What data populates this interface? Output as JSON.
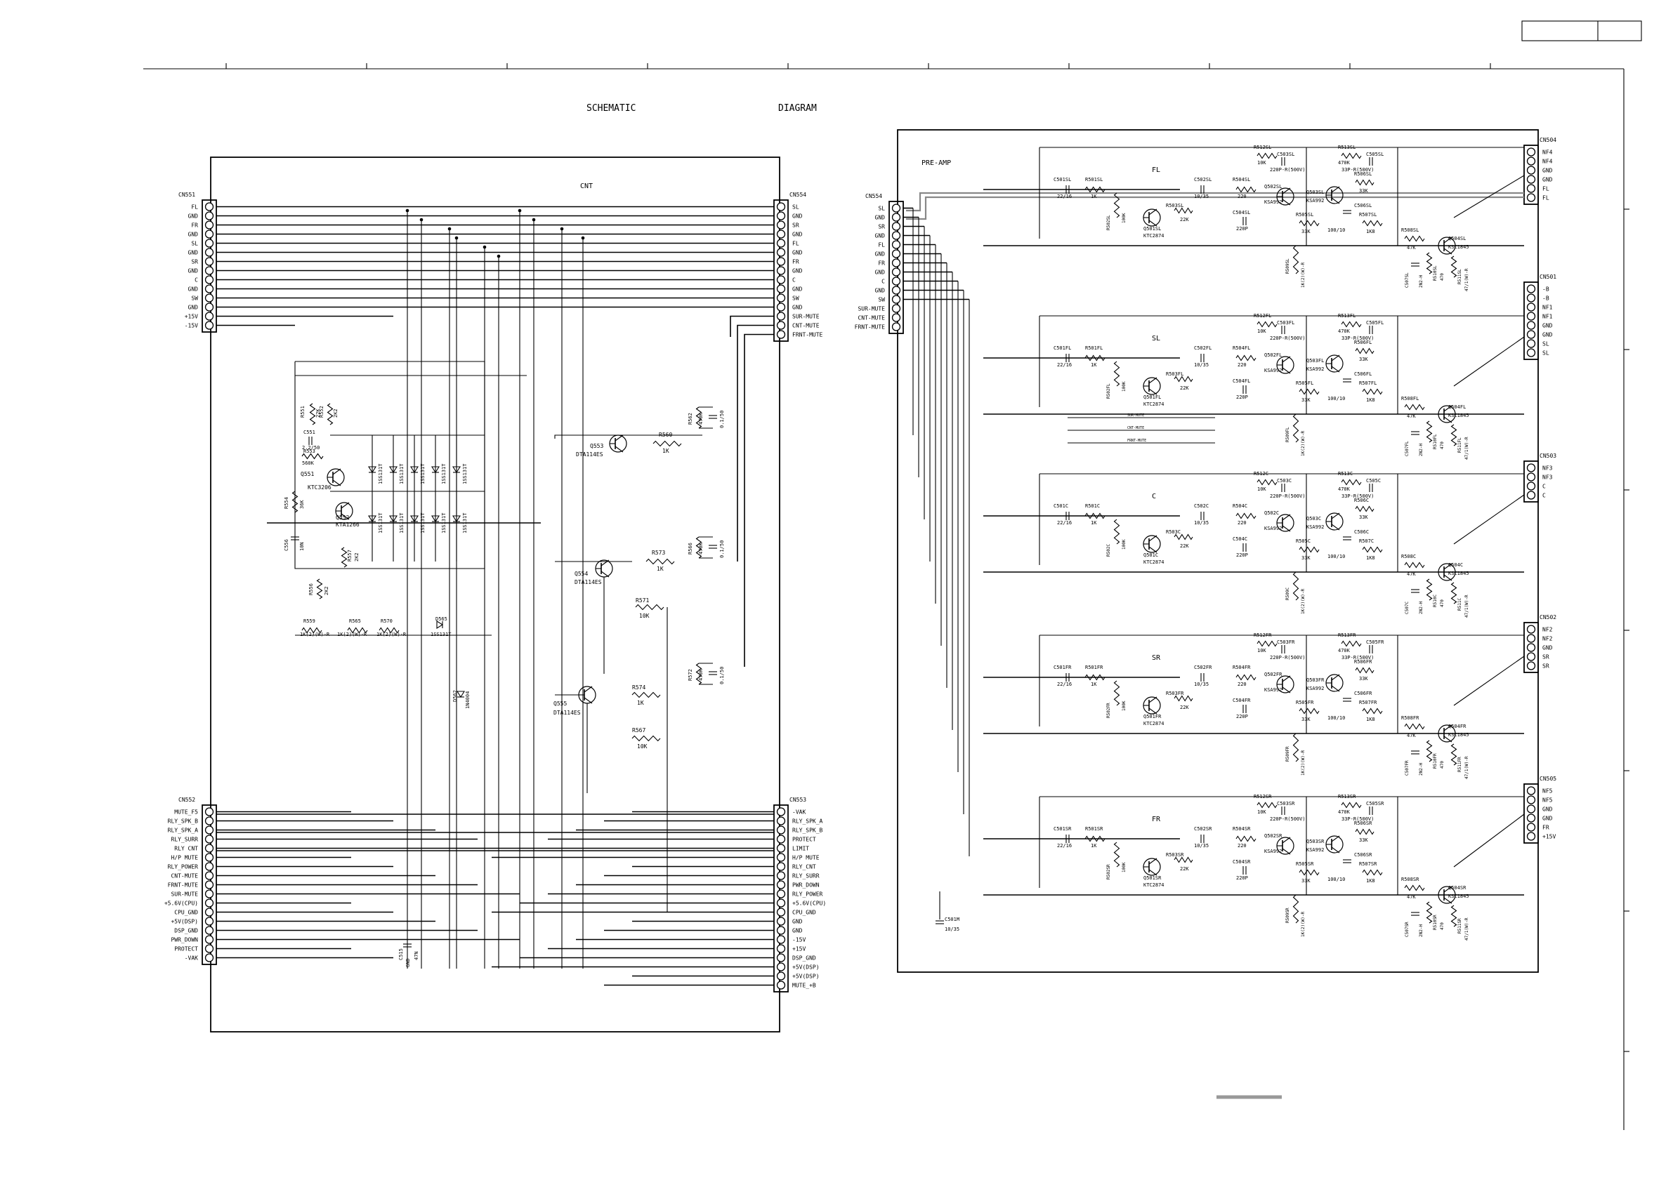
{
  "title_left": "SCHEMATIC",
  "title_right": "DIAGRAM",
  "cnt_block": {
    "label": "CNT",
    "cn551": {
      "name": "CN551",
      "pins": [
        "FL",
        "GND",
        "FR",
        "GND",
        "SL",
        "GND",
        "SR",
        "GND",
        "C",
        "GND",
        "SW",
        "GND",
        "+15V",
        "-15V"
      ]
    },
    "cn554": {
      "name": "CN554",
      "pins": [
        "SL",
        "GND",
        "SR",
        "GND",
        "FL",
        "GND",
        "FR",
        "GND",
        "C",
        "GND",
        "SW",
        "GND",
        "SUR-MUTE",
        "CNT-MUTE",
        "FRNT-MUTE"
      ]
    },
    "cn552": {
      "name": "CN552",
      "pins": [
        "MUTE_F5",
        "RLY_SPK_B",
        "RLY_SPK_A",
        "RLY_SURR",
        "RLY CNT",
        "H/P MUTE",
        "RLY_POWER",
        "CNT-MUTE",
        "FRNT-MUTE",
        "SUR-MUTE",
        "+5.6V(CPU)",
        "CPU_GND",
        "+5V(DSP)",
        "DSP_GND",
        "PWR_DOWN",
        "PROTECT",
        "-VAK"
      ]
    },
    "cn553": {
      "name": "CN553",
      "pins": [
        "-VAK",
        "RLY_SPK_A",
        "RLY_SPK_B",
        "PROTECT",
        "LIMIT",
        "H/P MUTE",
        "RLY_CNT",
        "RLY_SURR",
        "PWR_DOWN",
        "RLY_POWER",
        "+5.6V(CPU)",
        "CPU_GND",
        "GND",
        "GND",
        "-15V",
        "+15V",
        "DSP_GND",
        "+5V(DSP)",
        "+5V(DSP)",
        "MUTE_+B"
      ]
    },
    "parts": {
      "r551": "R551",
      "r551v": "22K",
      "r552": "R552",
      "r552v": "2K2",
      "c551": "C551",
      "c551v": "2.2/50",
      "r553": "R553",
      "r553v": "560K",
      "q551": "Q551",
      "q551t": "KTC3206",
      "r554": "R554",
      "r554v": "36K",
      "q552": "Q552",
      "q552t": "KTA1266",
      "c556": "C556",
      "c556v": "10N",
      "r557": "R557",
      "r557v": "2K2",
      "r556": "R556",
      "r556v": "2K2",
      "diode_type": "1SS131T",
      "q553": "Q553",
      "q553t": "DTA114ES",
      "q554": "Q554",
      "q554t": "DTA114ES",
      "q555": "Q555",
      "q555t": "DTA114ES",
      "r560": "R560",
      "r560v": "1K",
      "r573": "R573",
      "r573v": "1K",
      "r571": "R571",
      "r571v": "10K",
      "r574": "R574",
      "r574v": "1K",
      "r567": "R567",
      "r567v": "10K",
      "r562": "R562",
      "r562v": "470K",
      "r566": "R566",
      "r566v": "470K",
      "r572": "R572",
      "r572v": "470K",
      "cap_v": "0.1/50",
      "r559": "R559",
      "r565": "R565",
      "r570": "R570",
      "r_big_v": "1K(2)(W)-R",
      "d565": "D565",
      "d565t": "1SS131T",
      "d562": "D562",
      "d562t": "1N4004",
      "c515": "C515",
      "c515v": "47N",
      "gnd": "GND"
    }
  },
  "preamp_block": {
    "label": "PRE-AMP",
    "cn554": {
      "name": "CN554",
      "pins": [
        "SL",
        "GND",
        "SR",
        "GND",
        "FL",
        "GND",
        "FR",
        "GND",
        "C",
        "GND",
        "SW",
        "SUR-MUTE",
        "CNT-MUTE",
        "FRNT-MUTE"
      ]
    },
    "cn504": {
      "name": "CN504",
      "pins": [
        "NF4",
        "NF4",
        "GND",
        "GND",
        "FL",
        "FL"
      ]
    },
    "cn501": {
      "name": "CN501",
      "pins": [
        "-B",
        "-B",
        "NF1",
        "NF1",
        "GND",
        "GND",
        "SL",
        "SL"
      ]
    },
    "cn503": {
      "name": "CN503",
      "pins": [
        "NF3",
        "NF3",
        "C",
        "C"
      ]
    },
    "cn502": {
      "name": "CN502",
      "pins": [
        "NF2",
        "NF2",
        "GND",
        "SR",
        "SR"
      ]
    },
    "cn505": {
      "name": "CN505",
      "pins": [
        "NF5",
        "NF5",
        "GND",
        "GND",
        "FR",
        "+15V"
      ]
    },
    "c501m": "C501M",
    "c501mv": "10/35",
    "mute_lines": [
      "SUR-MUTE",
      "CNT-MUTE",
      "FRNT-MUTE"
    ],
    "stages": [
      {
        "ch": "FL",
        "c501": "C501SL",
        "r501": "R501SL",
        "r502": "R502SL",
        "q501": "Q501SL",
        "q501t": "KTC2874",
        "r503": "R503SL",
        "c502": "C502SL",
        "r504": "R504SL",
        "q502": "Q502SL",
        "c504": "C504SL",
        "c503": "C503SL",
        "r512": "R512SL",
        "q503": "Q503SL",
        "r505": "R505SL",
        "r513": "R513SL",
        "c505": "C505SL",
        "r506": "R506SL",
        "c506": "C506SL",
        "r507": "R507SL",
        "r508": "R508SL",
        "q504": "Q504SL",
        "r509": "R509SL",
        "c507": "C507SL",
        "r510": "R510SL",
        "r511": "R511SL"
      },
      {
        "ch": "SL",
        "c501": "C501FL",
        "r501": "R501FL",
        "r502": "R502FL",
        "q501": "Q501FL",
        "q501t": "KTC2874",
        "r503": "R503FL",
        "c502": "C502FL",
        "r504": "R504FL",
        "q502": "Q502FL",
        "c504": "C504FL",
        "c503": "C503FL",
        "r512": "R512FL",
        "q503": "Q503FL",
        "r505": "R505FL",
        "r513": "R513FL",
        "c505": "C505FL",
        "r506": "R506FL",
        "c506": "C506FL",
        "r507": "R507FL",
        "r508": "R508FL",
        "q504": "Q504FL",
        "r509": "R509FL",
        "c507": "C507FL",
        "r510": "R510FL",
        "r511": "R511FL"
      },
      {
        "ch": "C",
        "c501": "C501C",
        "r501": "R501C",
        "r502": "R502C",
        "q501": "Q501C",
        "q501t": "KTC2874",
        "r503": "R503C",
        "c502": "C502C",
        "r504": "R504C",
        "q502": "Q502C",
        "c504": "C504C",
        "c503": "C503C",
        "r512": "R512C",
        "q503": "Q503C",
        "r505": "R505C",
        "r513": "R513C",
        "c505": "C505C",
        "r506": "R506C",
        "c506": "C506C",
        "r507": "R507C",
        "r508": "R508C",
        "q504": "Q504C",
        "r509": "R509C",
        "c507": "C507C",
        "r510": "R510C",
        "r511": "R511C"
      },
      {
        "ch": "SR",
        "c501": "C501FR",
        "r501": "R501FR",
        "r502": "R502FR",
        "q501": "Q501FR",
        "q501t": "KTC2874",
        "r503": "R503FR",
        "c502": "C502FR",
        "r504": "R504FR",
        "q502": "Q502FR",
        "c504": "C504FR",
        "c503": "C503FR",
        "r512": "R512FR",
        "q503": "Q503FR",
        "r505": "R505FR",
        "r513": "R513FR",
        "c505": "C505FR",
        "r506": "R506FR",
        "c506": "C506FR",
        "r507": "R507FR",
        "r508": "R508FR",
        "q504": "Q504FR",
        "r509": "R509FR",
        "c507": "C507FR",
        "r510": "R510FR",
        "r511": "R511FR"
      },
      {
        "ch": "FR",
        "c501": "C501SR",
        "r501": "R501SR",
        "r502": "R502SR",
        "q501": "Q501SR",
        "q501t": "KTC2874",
        "r503": "R503SR",
        "c502": "C502SR",
        "r504": "R504SR",
        "q502": "Q502SR",
        "c504": "C504SR",
        "c503": "C503SR",
        "r512": "R512SR",
        "q503": "Q503SR",
        "r505": "R505SR",
        "r513": "R513SR",
        "c505": "C505SR",
        "r506": "R506SR",
        "c506": "C506SR",
        "r507": "R507SR",
        "r508": "R508SR",
        "q504": "Q504SR",
        "r509": "R509SR",
        "c507": "C507SR",
        "r510": "R510SR",
        "r511": "R511SR"
      }
    ],
    "values": {
      "c501": "22/16",
      "r501": "1K",
      "r502": "100K",
      "r503": "22K",
      "c502": "10/35",
      "r504": "220",
      "q502t": "KSA992",
      "c504": "220P",
      "c503": "220P-R(500V)",
      "r512": "10K",
      "q503t": "KSA992",
      "r505": "33K",
      "r513": "470K",
      "c505": "33P-R(500V)",
      "r506": "33K",
      "c506": "100/10",
      "r507": "1K8",
      "r508": "47K",
      "q504t": "KSC1845",
      "r509": "1K(2)(W)-R",
      "c507": "2N2-H",
      "r510": "470",
      "r511": "47/1(W)-R"
    }
  }
}
